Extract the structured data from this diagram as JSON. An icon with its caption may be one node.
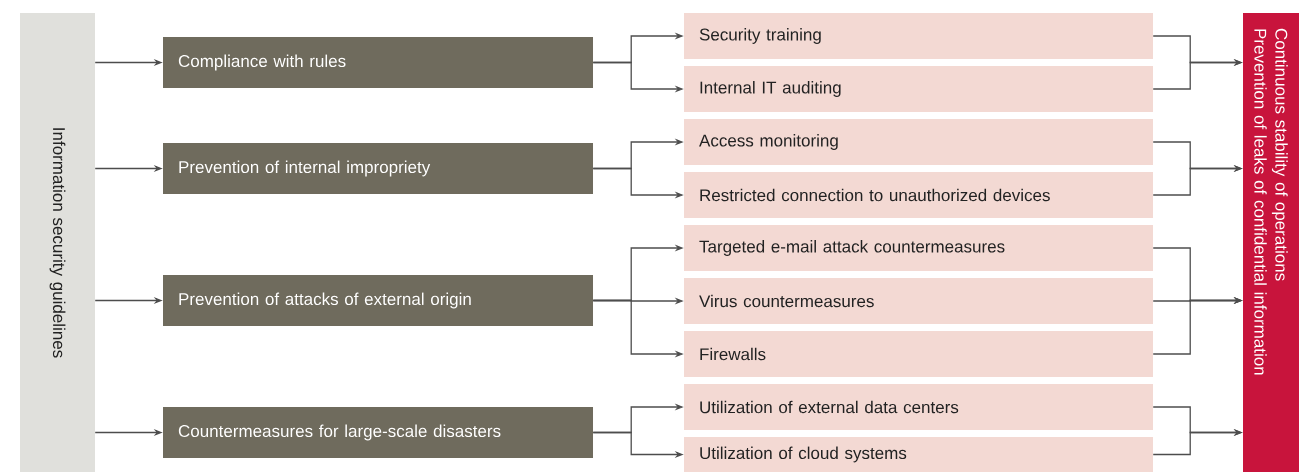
{
  "diagram": {
    "nodes": [
      {
        "text": [
          "Information security guidelines"
        ]
      },
      {
        "text": [
          "Compliance with rules"
        ]
      },
      {
        "text": [
          "Prevention of internal impropriety"
        ]
      },
      {
        "text": [
          "Prevention of attacks of external origin"
        ]
      },
      {
        "text": [
          "Countermeasures for large-scale disasters"
        ]
      },
      {
        "text": [
          "Security training"
        ]
      },
      {
        "text": [
          "Internal IT auditing"
        ]
      },
      {
        "text": [
          "Access monitoring"
        ]
      },
      {
        "text": [
          "Restricted connection to unauthorized devices"
        ]
      },
      {
        "text": [
          "Targeted e-mail attack countermeasures"
        ]
      },
      {
        "text": [
          "Virus countermeasures"
        ]
      },
      {
        "text": [
          "Firewalls"
        ]
      },
      {
        "text": [
          "Utilization of external data centers"
        ]
      },
      {
        "text": [
          "Utilization of cloud systems"
        ]
      },
      {
        "text": [
          "Continuous stability of operations",
          "Prevention of leaks of confidential information"
        ]
      }
    ],
    "edges": [
      {
        "from": 0,
        "to": 1,
        "arrow": "to"
      },
      {
        "from": 0,
        "to": 2,
        "arrow": "to"
      },
      {
        "from": 0,
        "to": 3,
        "arrow": "to"
      },
      {
        "from": 0,
        "to": 4,
        "arrow": "to"
      },
      {
        "from": 1,
        "to": 5,
        "arrow": "to"
      },
      {
        "from": 1,
        "to": 6,
        "arrow": "to"
      },
      {
        "from": 2,
        "to": 7,
        "arrow": "to"
      },
      {
        "from": 2,
        "to": 8,
        "arrow": "to"
      },
      {
        "from": 3,
        "to": 9,
        "arrow": "to"
      },
      {
        "from": 3,
        "to": 10,
        "arrow": "to"
      },
      {
        "from": 3,
        "to": 11,
        "arrow": "to"
      },
      {
        "from": 4,
        "to": 12,
        "arrow": "to"
      },
      {
        "from": 4,
        "to": 13,
        "arrow": "to"
      },
      {
        "from": 5,
        "to": 14,
        "arrow": "to"
      },
      {
        "from": 6,
        "to": 14,
        "arrow": "to"
      },
      {
        "from": 7,
        "to": 14,
        "arrow": "to"
      },
      {
        "from": 8,
        "to": 14,
        "arrow": "to"
      },
      {
        "from": 9,
        "to": 14,
        "arrow": "to"
      },
      {
        "from": 10,
        "to": 14,
        "arrow": "to"
      },
      {
        "from": 11,
        "to": 14,
        "arrow": "to"
      },
      {
        "from": 12,
        "to": 14,
        "arrow": "to"
      },
      {
        "from": 13,
        "to": 14,
        "arrow": "to"
      }
    ]
  }
}
